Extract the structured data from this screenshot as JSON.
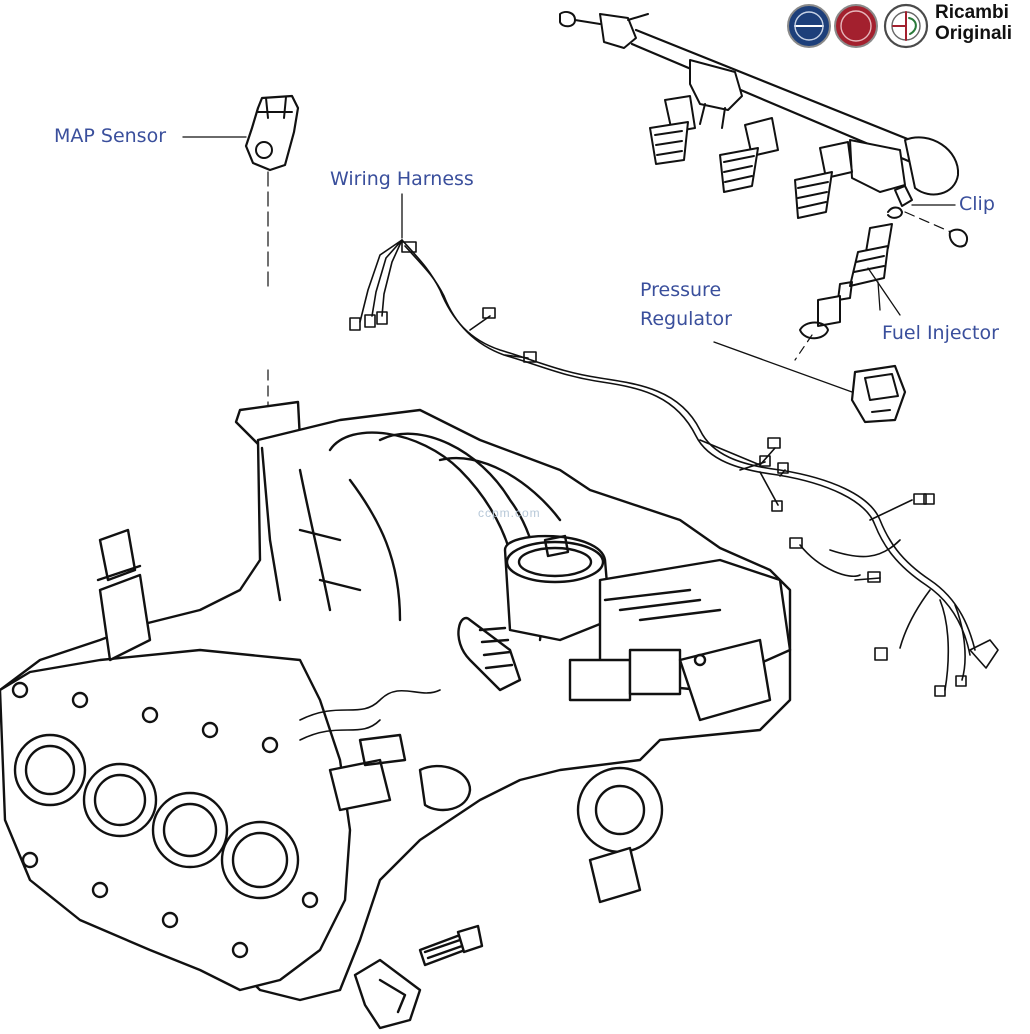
{
  "labels": {
    "map_sensor": "MAP Sensor",
    "wiring_harness": "Wiring Harness",
    "clip": "Clip",
    "pressure_regulator_line1": "Pressure",
    "pressure_regulator_line2": "Regulator",
    "fuel_injector": "Fuel Injector"
  },
  "branding": {
    "line1": "Ricambi",
    "line2": "Originali",
    "logos": [
      "LANCIA",
      "FIAT",
      "ALFA ROMEO"
    ]
  },
  "watermark": "ccpm.com",
  "colors": {
    "callout_text": "#3a4f9c",
    "line_art": "#111111",
    "lancia_blue": "#1d3f7a",
    "fiat_red": "#a3202e"
  }
}
